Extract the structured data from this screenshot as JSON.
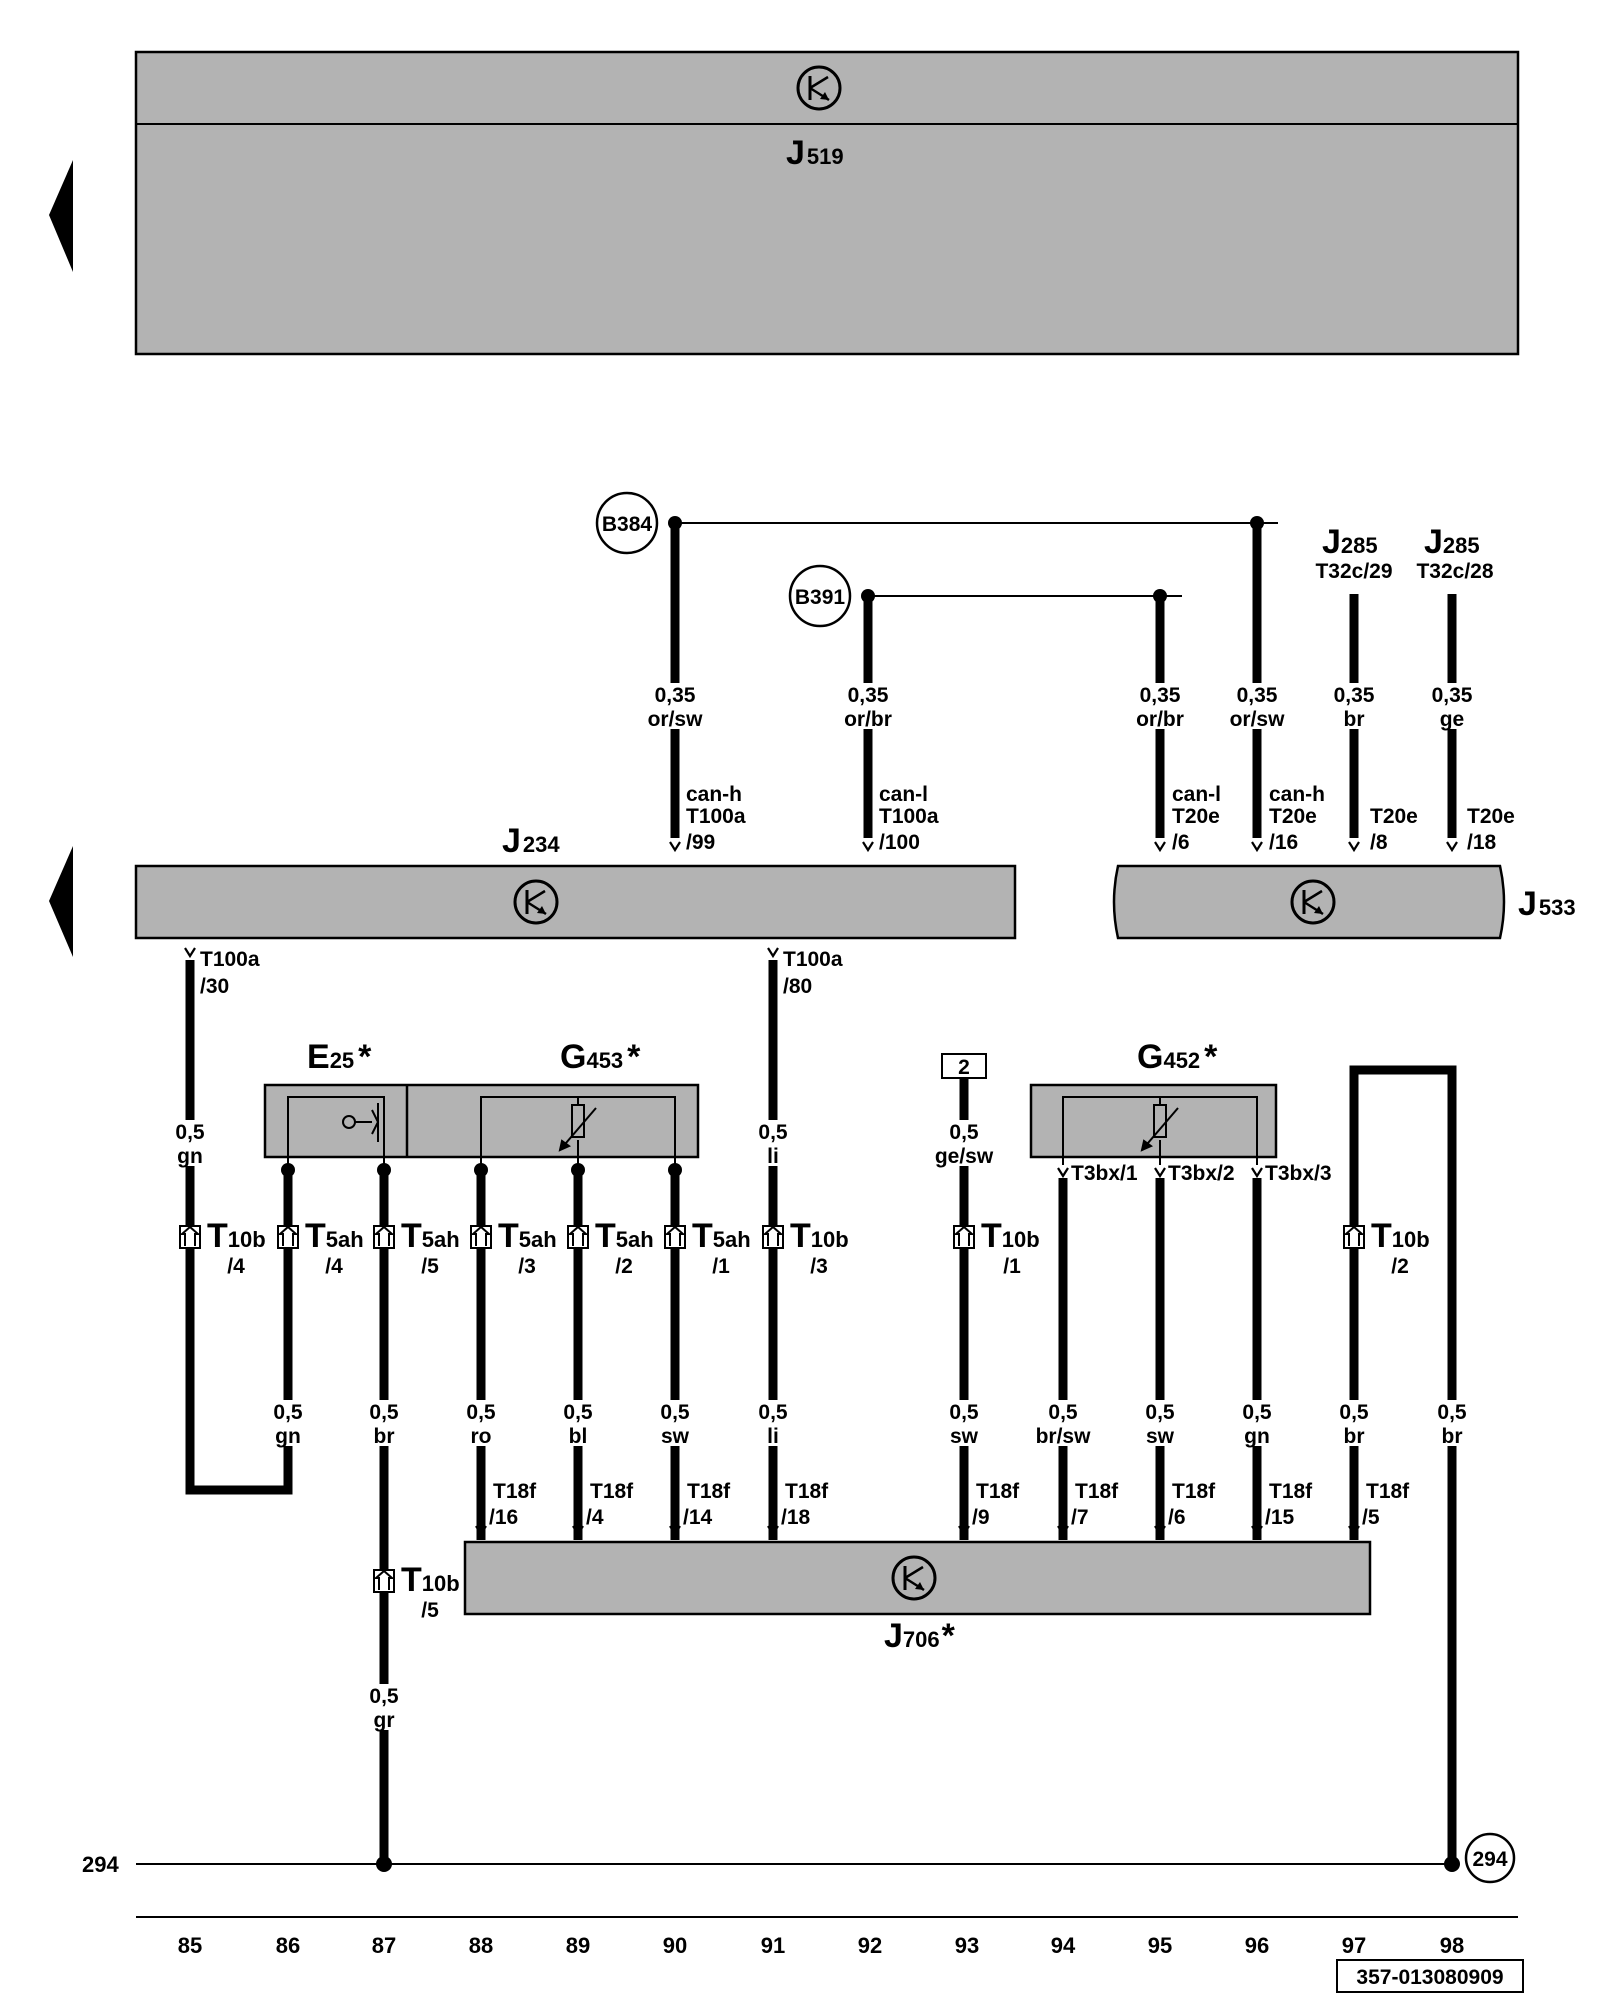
{
  "colors": {
    "module_fill": "#b3b3b3",
    "wire": "#000000",
    "background": "#ffffff"
  },
  "icons": {
    "module_symbol": "transistor-icon",
    "page_ref": "left-triangle-icon",
    "connector": "connector-icon"
  },
  "top_module": {
    "name": "J",
    "number": "519"
  },
  "modules": {
    "j234": {
      "name": "J",
      "number": "234"
    },
    "j533": {
      "name": "J",
      "number": "533"
    },
    "j706": {
      "name": "J",
      "number": "706",
      "star": "*"
    },
    "e25": {
      "name": "E",
      "number": "25",
      "star": "*"
    },
    "g453": {
      "name": "G",
      "number": "453",
      "star": "*"
    },
    "g452": {
      "name": "G",
      "number": "452",
      "star": "*"
    },
    "j285a": {
      "name": "J",
      "number": "285",
      "pin": "T32c/29"
    },
    "j285b": {
      "name": "J",
      "number": "285",
      "pin": "T32c/28"
    }
  },
  "nodes": {
    "b384": "B384",
    "b391": "B391",
    "n294": "294",
    "ref2": "2"
  },
  "ground_label": "294",
  "bus_wires": [
    {
      "size": "0,35",
      "color": "or/sw",
      "sig": "can-h",
      "pin": "T100a",
      "pin2": "/99"
    },
    {
      "size": "0,35",
      "color": "or/br",
      "sig": "can-l",
      "pin": "T100a",
      "pin2": "/100"
    },
    {
      "size": "0,35",
      "color": "or/br",
      "sig": "can-l",
      "pin": "T20e",
      "pin2": "/6"
    },
    {
      "size": "0,35",
      "color": "or/sw",
      "sig": "can-h",
      "pin": "T20e",
      "pin2": "/16"
    },
    {
      "size": "0,35",
      "color": "br",
      "sig": "",
      "pin": "T20e",
      "pin2": "/8"
    },
    {
      "size": "0,35",
      "color": "ge",
      "sig": "",
      "pin": "T20e",
      "pin2": "/18"
    }
  ],
  "j234_pins": [
    {
      "pin": "T100a",
      "pin2": "/30"
    },
    {
      "pin": "T100a",
      "pin2": "/80"
    }
  ],
  "upper_wires": [
    {
      "size": "0,5",
      "color": "gn"
    },
    {
      "size": "0,5",
      "color": "li"
    },
    {
      "size": "0,5",
      "color": "ge/sw"
    }
  ],
  "g452_pins": [
    "T3bx/1",
    "T3bx/2",
    "T3bx/3"
  ],
  "connectors": [
    {
      "name": "T",
      "sub": "10b",
      "pin": "/4"
    },
    {
      "name": "T",
      "sub": "5ah",
      "pin": "/4"
    },
    {
      "name": "T",
      "sub": "5ah",
      "pin": "/5"
    },
    {
      "name": "T",
      "sub": "5ah",
      "pin": "/3"
    },
    {
      "name": "T",
      "sub": "5ah",
      "pin": "/2"
    },
    {
      "name": "T",
      "sub": "5ah",
      "pin": "/1"
    },
    {
      "name": "T",
      "sub": "10b",
      "pin": "/3"
    },
    {
      "name": "T",
      "sub": "10b",
      "pin": "/1"
    },
    {
      "name": "T",
      "sub": "10b",
      "pin": "/2"
    },
    {
      "name": "T",
      "sub": "10b",
      "pin": "/5"
    }
  ],
  "lower_wires": [
    {
      "size": "0,5",
      "color": "gn"
    },
    {
      "size": "0,5",
      "color": "br"
    },
    {
      "size": "0,5",
      "color": "ro"
    },
    {
      "size": "0,5",
      "color": "bl"
    },
    {
      "size": "0,5",
      "color": "sw"
    },
    {
      "size": "0,5",
      "color": "li"
    },
    {
      "size": "0,5",
      "color": "sw"
    },
    {
      "size": "0,5",
      "color": "br/sw"
    },
    {
      "size": "0,5",
      "color": "sw"
    },
    {
      "size": "0,5",
      "color": "gn"
    },
    {
      "size": "0,5",
      "color": "br"
    },
    {
      "size": "0,5",
      "color": "br"
    },
    {
      "size": "0,5",
      "color": "gr"
    }
  ],
  "j706_pins": [
    {
      "pin": "T18f",
      "pin2": "/16"
    },
    {
      "pin": "T18f",
      "pin2": "/4"
    },
    {
      "pin": "T18f",
      "pin2": "/14"
    },
    {
      "pin": "T18f",
      "pin2": "/18"
    },
    {
      "pin": "T18f",
      "pin2": "/9"
    },
    {
      "pin": "T18f",
      "pin2": "/7"
    },
    {
      "pin": "T18f",
      "pin2": "/6"
    },
    {
      "pin": "T18f",
      "pin2": "/15"
    },
    {
      "pin": "T18f",
      "pin2": "/5"
    }
  ],
  "ruler": [
    "85",
    "86",
    "87",
    "88",
    "89",
    "90",
    "91",
    "92",
    "93",
    "94",
    "95",
    "96",
    "97",
    "98"
  ],
  "doc_id": "357-013080909"
}
